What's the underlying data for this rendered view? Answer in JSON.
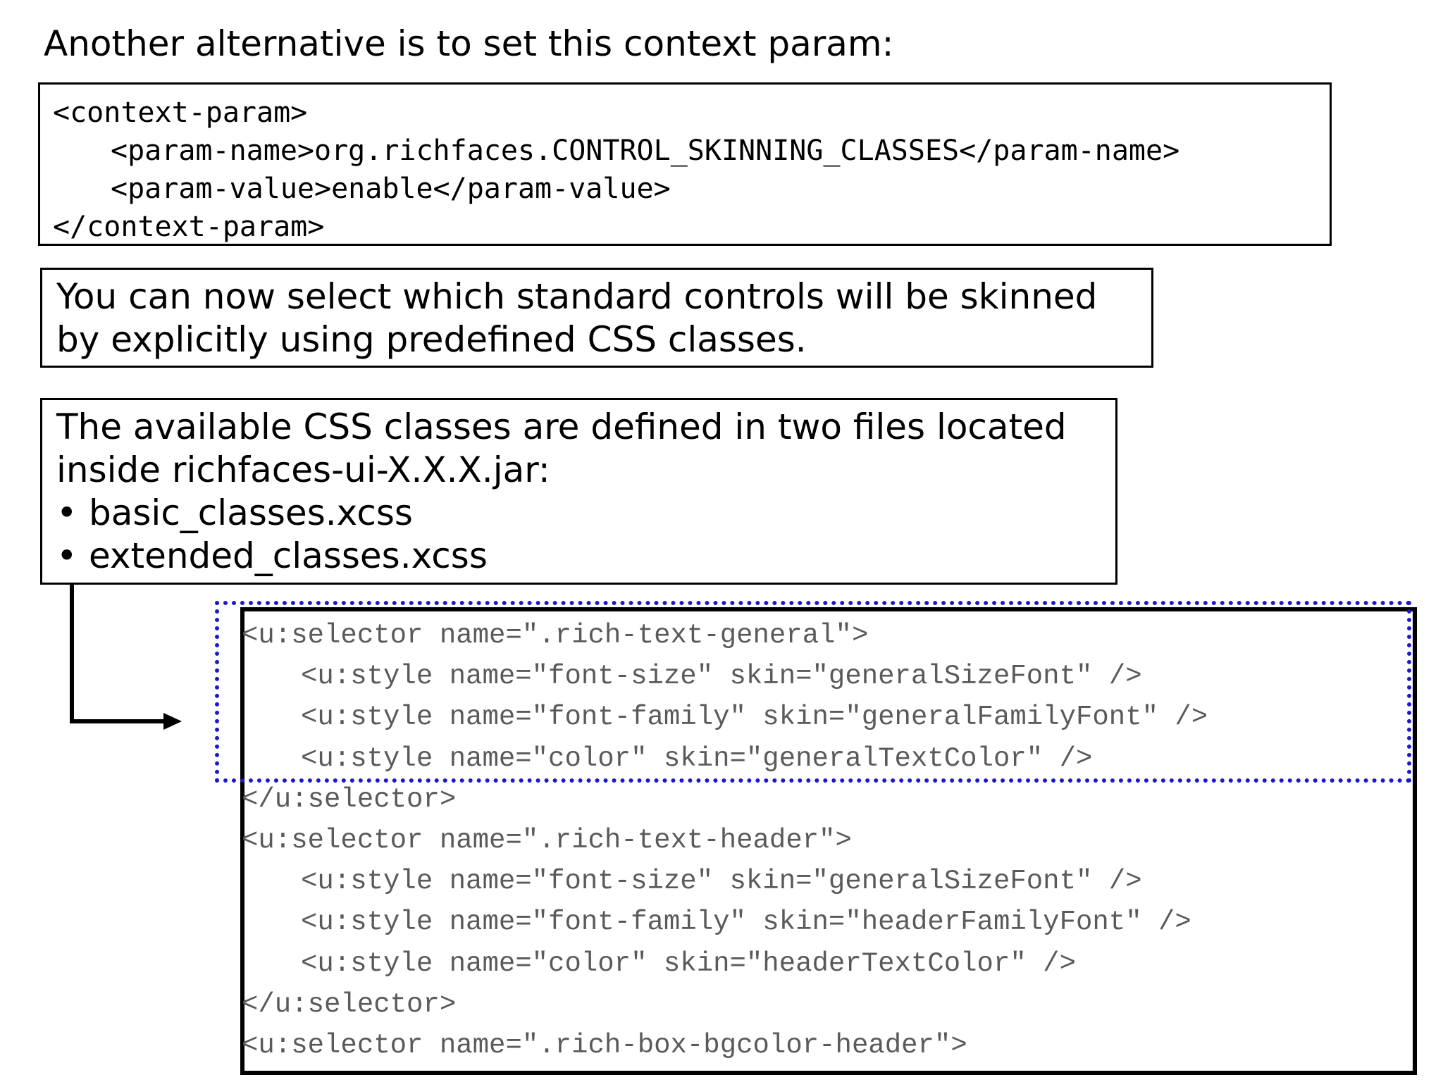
{
  "intro_text": "Another alternative is to set this context param:",
  "context_param_code": [
    "<context-param>",
    "<param-name>org.richfaces.CONTROL_SKINNING_CLASSES</param-name>",
    "<param-value>enable</param-value>",
    "</context-param>"
  ],
  "note_select": [
    "You can now select which standard controls will be skinned",
    "by explicitly using predefined CSS classes."
  ],
  "note_files": {
    "line1": "The available CSS classes are defined in two files located",
    "line2": "inside richfaces-ui-X.X.X.jar:",
    "bullet": "•",
    "files": [
      "basic_classes.xcss",
      "extended_classes.xcss"
    ]
  },
  "xcss_code": [
    "<u:selector name=\".rich-text-general\">",
    "<u:style name=\"font-size\" skin=\"generalSizeFont\" />",
    "<u:style name=\"font-family\" skin=\"generalFamilyFont\" />",
    "<u:style name=\"color\" skin=\"generalTextColor\" />",
    "</u:selector>",
    "<u:selector name=\".rich-text-header\">",
    "<u:style name=\"font-size\" skin=\"generalSizeFont\" />",
    "<u:style name=\"font-family\" skin=\"headerFamilyFont\" />",
    "<u:style name=\"color\" skin=\"headerTextColor\" />",
    "</u:selector>",
    "<u:selector name=\".rich-box-bgcolor-header\">"
  ],
  "colors": {
    "highlight_border": "#1a1acc",
    "xcss_text": "#5a5a5a"
  }
}
